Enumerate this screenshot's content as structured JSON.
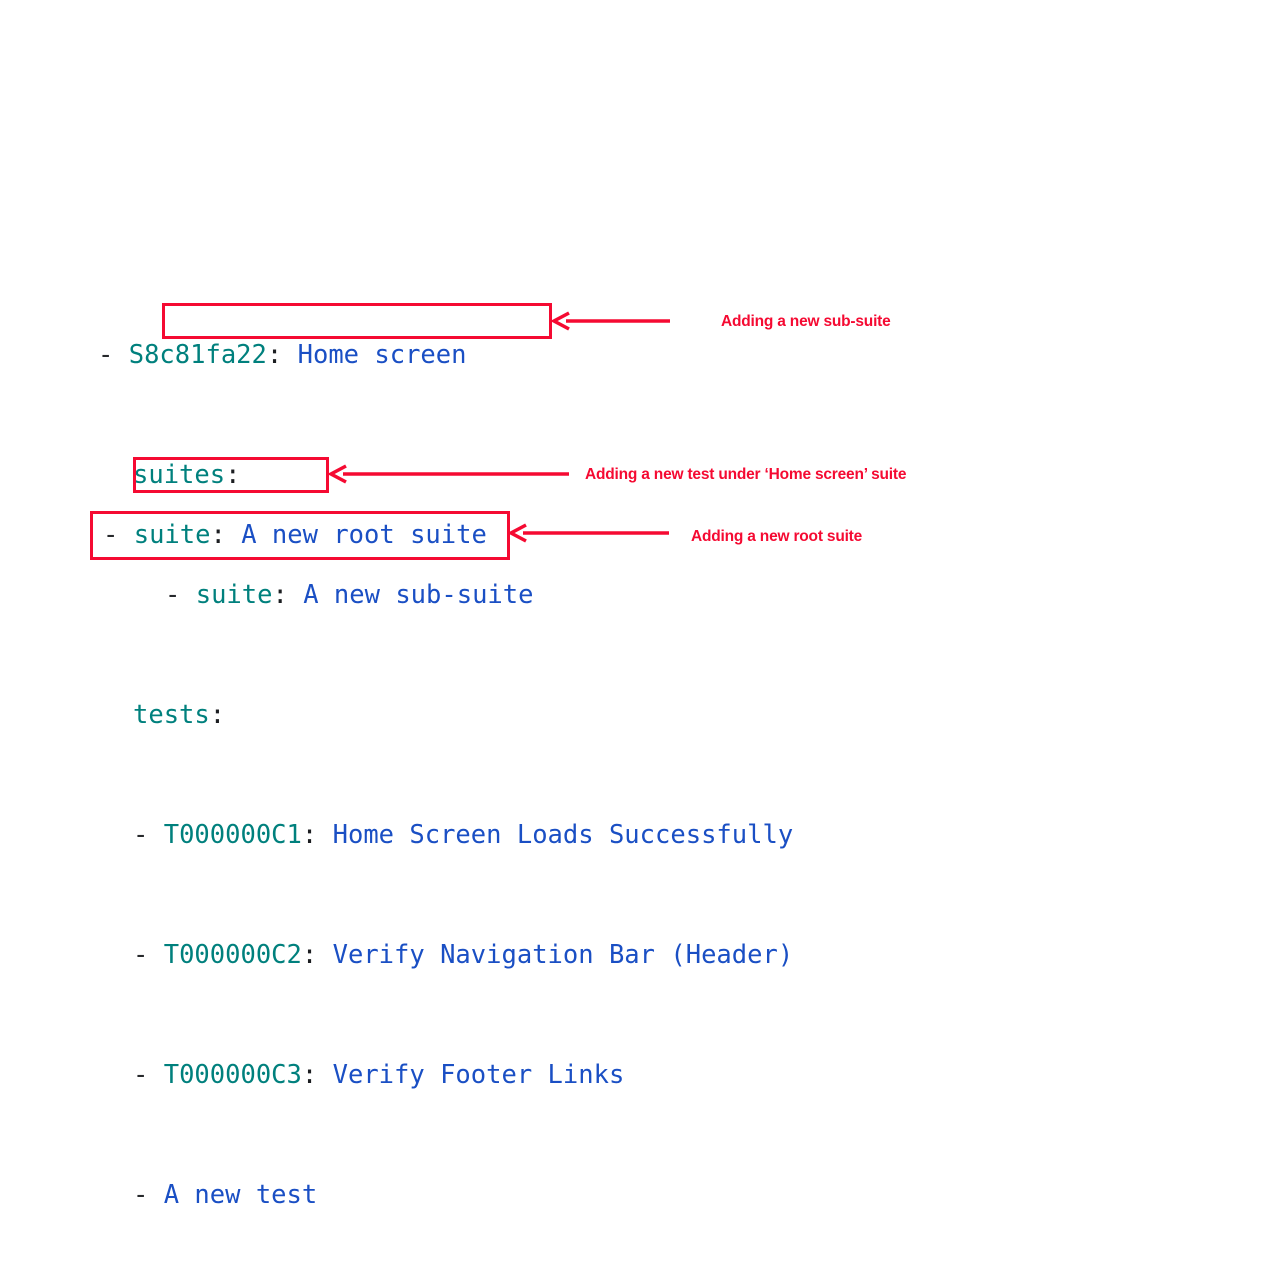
{
  "code_tree": {
    "lines": [
      {
        "indent": 1,
        "bullet": "-",
        "identifier": "S8c81fa22",
        "colon": ":",
        "description": "Home screen"
      },
      {
        "indent": 2,
        "bullet": "",
        "identifier": "suites",
        "colon": ":",
        "description": ""
      },
      {
        "indent": 3,
        "bullet": "-",
        "identifier": "suite",
        "colon": ":",
        "description": "A new sub-suite"
      },
      {
        "indent": 2,
        "bullet": "",
        "identifier": "tests",
        "colon": ":",
        "description": ""
      },
      {
        "indent": 2,
        "bullet": "-",
        "identifier": "T000000C1",
        "colon": ":",
        "description": "Home Screen Loads Successfully"
      },
      {
        "indent": 2,
        "bullet": "-",
        "identifier": "T000000C2",
        "colon": ":",
        "description": "Verify Navigation Bar (Header)"
      },
      {
        "indent": 2,
        "bullet": "-",
        "identifier": "T000000C3",
        "colon": ":",
        "description": "Verify Footer Links"
      },
      {
        "indent": 2,
        "bullet": "-",
        "identifier": "",
        "colon": "",
        "description": "A new test"
      }
    ],
    "root_suite_line": {
      "bullet": "-",
      "identifier": "suite",
      "colon": ":",
      "description": "A new root suite"
    }
  },
  "annotations": [
    {
      "id": "sub-suite",
      "text": "Adding a new sub-suite"
    },
    {
      "id": "new-test",
      "text": "Adding a new test under ‘Home screen’ suite"
    },
    {
      "id": "root-suite",
      "text": "Adding a new root suite"
    }
  ],
  "colors": {
    "background": "#ffffff",
    "identifier": "#00807d",
    "description": "#1a4fc4",
    "punctuation": "#1c1e21",
    "annotation_red": "#f50a32"
  }
}
